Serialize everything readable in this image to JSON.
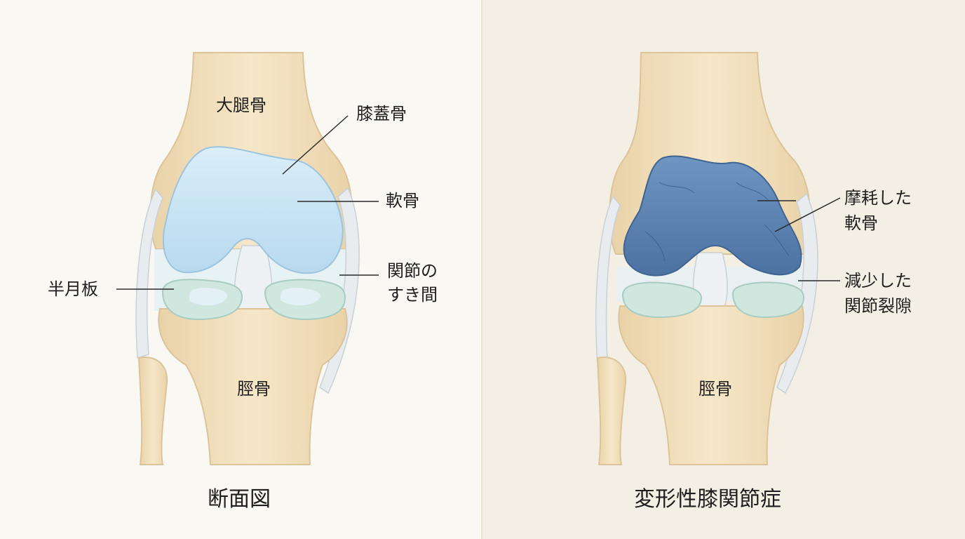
{
  "left": {
    "caption": "断面図",
    "labels": {
      "femur": "大腿骨",
      "patella": "膝蓋骨",
      "cartilage": "軟骨",
      "joint_space_line1": "関節の",
      "joint_space_line2": "すき間",
      "meniscus": "半月板",
      "tibia": "脛骨"
    }
  },
  "right": {
    "caption": "変形性膝関節症",
    "labels": {
      "worn_line1": "摩耗した",
      "worn_line2": "軟骨",
      "narrow_line1": "減少した",
      "narrow_line2": "関節裂隙",
      "tibia": "脛骨"
    }
  },
  "colors": {
    "bone": "#f1dfbd",
    "bone_outline": "#dcc39a",
    "healthy_cartilage": "#c7e2f3",
    "worn_cartilage": "#5f86b4",
    "meniscus": "#cfe7df",
    "ligament": "#e8ecef"
  }
}
